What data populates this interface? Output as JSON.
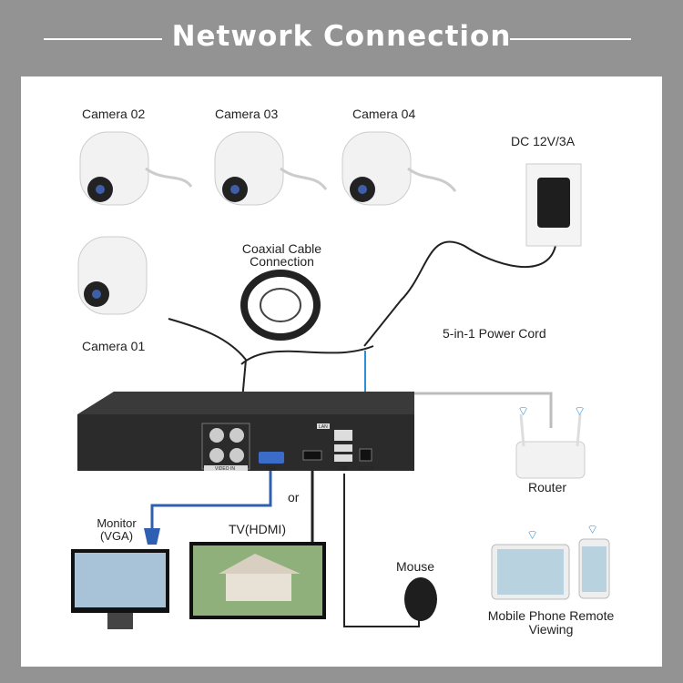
{
  "title": "Network Connection",
  "labels": {
    "camera02": "Camera 02",
    "camera03": "Camera 03",
    "camera04": "Camera 04",
    "camera01": "Camera 01",
    "power_adapter": "DC 12V/3A",
    "coax_line1": "Coaxial Cable",
    "coax_line2": "Connection",
    "power_cord": "5-in-1 Power Cord",
    "router": "Router",
    "monitor_line1": "Monitor",
    "monitor_line2": "(VGA)",
    "tv": "TV(HDMI)",
    "or": "or",
    "mouse": "Mouse",
    "mobile_line1": "Mobile Phone Remote",
    "mobile_line2": "Viewing"
  },
  "dvr_ports": {
    "lan": "LAN",
    "video_in": "VIDEO IN",
    "vga": "VGA",
    "usb": "USB",
    "dc": "DC12V"
  },
  "colors": {
    "background": "#939393",
    "panel": "#ffffff",
    "vga_cable": "#2f5fb3",
    "power_line": "#2a8fd6",
    "lan_cable": "#bdbdbd",
    "dvr": "#2b2b2b"
  }
}
